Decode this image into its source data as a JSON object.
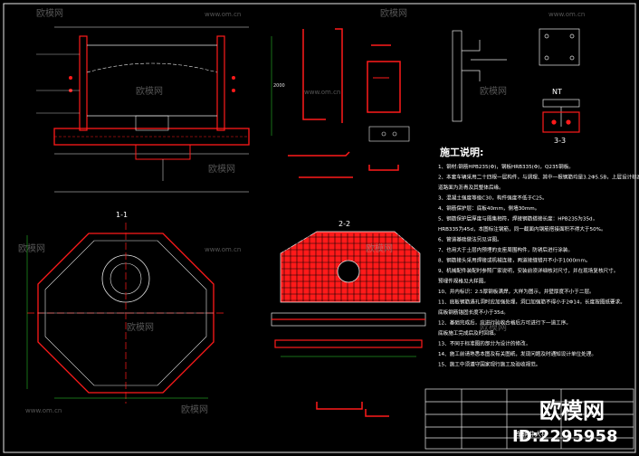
{
  "drawing": {
    "section_label": "1-1",
    "section_label_2": "2-2",
    "section_label_3": "3-3",
    "nt_label": "NT",
    "title_block_name": "车辆井大样",
    "notes_title": "施工说明:",
    "notes": [
      "1、钢材:钢筋HPB235(Φ)，钢板HRB335(Φ)，Q235钢板。",
      "2、本套车辆采用二十四根一层构件，与调理、其中一根钢筋均是3.2Φ5.5B，上层设计标高。",
      "   道路面为沥青及其整体后缘。",
      "3、混凝土强度等级C30，构件强度不低于C25。",
      "4、钢筋保护层：底板40mm，侧墙30mm。",
      "5、钢筋保护层厚度与图集相符，焊接钢筋搭接长度：HPB235为35d，",
      "   HRB335为45d，本图标注钢筋，同一截面内钢筋搭接面积不得大于50%。",
      "6、管道基础做法另见详图。",
      "7、也用大于土层内预埋的支座周围构件，防锈后进行涂装。",
      "8、钢筋接头采用焊接或机械连接，两道接缝错开不小于1000mm。",
      "9、机械配件装配时参照厂家说明，安装前须详细核对尺寸，并在现场复核尺寸。",
      "   预埋件规格见大样图。",
      "10、井内标识：2.5厚钢板满焊，大样为图示，井壁厚度不小于二层。",
      "11、底板钢筋遇孔洞时应加强处理，洞口加强筋不得小于2Φ14，长度按图纸要求。",
      "    底板钢筋锚固长度不小于35d。",
      "12、基础完成后，应进行验收合格后方可进行下一道工序。",
      "    底板施工完成后及时回填。",
      "13、不同于标准图的部分为设计的修改，",
      "14、施工前请熟悉本图及有关图纸，发现问题及时通知设计单位处理。",
      "15、施工中须遵守国家现行施工及验收规范。"
    ]
  },
  "watermarks": {
    "brand": "欧模网",
    "url": "www.om.cn",
    "big_brand": "欧模网",
    "big_id": "ID:2295958"
  },
  "colors": {
    "background": "#000000",
    "rebar": "#ff1a1a",
    "outline": "#e8e8e8",
    "dimension": "#33dd33",
    "cyan": "#33cccc",
    "yellow": "#e6e600"
  }
}
